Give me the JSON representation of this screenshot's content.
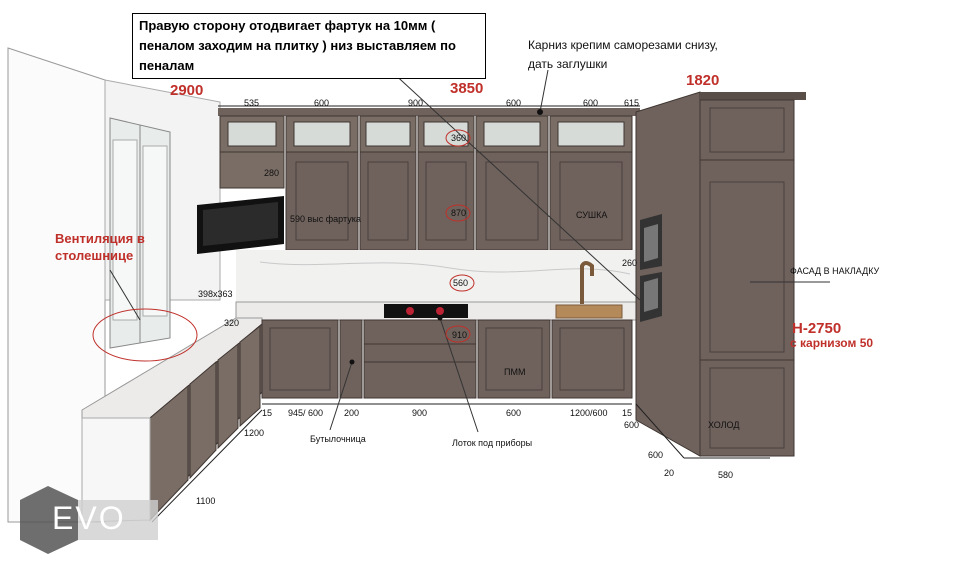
{
  "top_note": "Правую сторону отодвигает фартук на 10мм ( пеналом заходим на плитку ) низ выставляем по пеналам",
  "cornice_note": "Карниз крепим саморезами снизу, дать заглушки",
  "overall": {
    "left_run": "2900",
    "center_run": "3850",
    "right_run": "1820"
  },
  "top_dims": [
    "535",
    "600",
    "900",
    "600",
    "600",
    "615"
  ],
  "inner_labels": {
    "cabinet_360": "360",
    "cabinet_870": "870",
    "cabinet_280": "280",
    "apron_height": "590 выс фартука",
    "countertop_560": "560",
    "drawer_910": "910",
    "dryer": "СУШКА",
    "dishwasher": "ПММ",
    "fridge": "ХОЛОД",
    "tv_size": "398x363",
    "dim_320": "320",
    "dim_260": "260"
  },
  "notes": {
    "ventilation": "Вентиляция в столешнице",
    "facade": "ФАСАД В НАКЛАДКУ",
    "height": "Н-2750",
    "cornice_height": "с карнизом 50",
    "bottle_rack": "Бутылочница",
    "cutlery_tray": "Лоток под приборы"
  },
  "bottom_dims": [
    "15",
    "945/ 600",
    "200",
    "900",
    "600",
    "1200/600",
    "15"
  ],
  "side_dims": {
    "d1200": "1200",
    "d1100": "1100",
    "d600a": "600",
    "d600b": "600",
    "d20": "20",
    "d580": "580"
  },
  "logo_text": "EVO",
  "colors": {
    "cabinet": "#6f625c",
    "cabinet_dark": "#5a4e49",
    "counter": "#ecebea",
    "accent_red": "#c0302a"
  }
}
